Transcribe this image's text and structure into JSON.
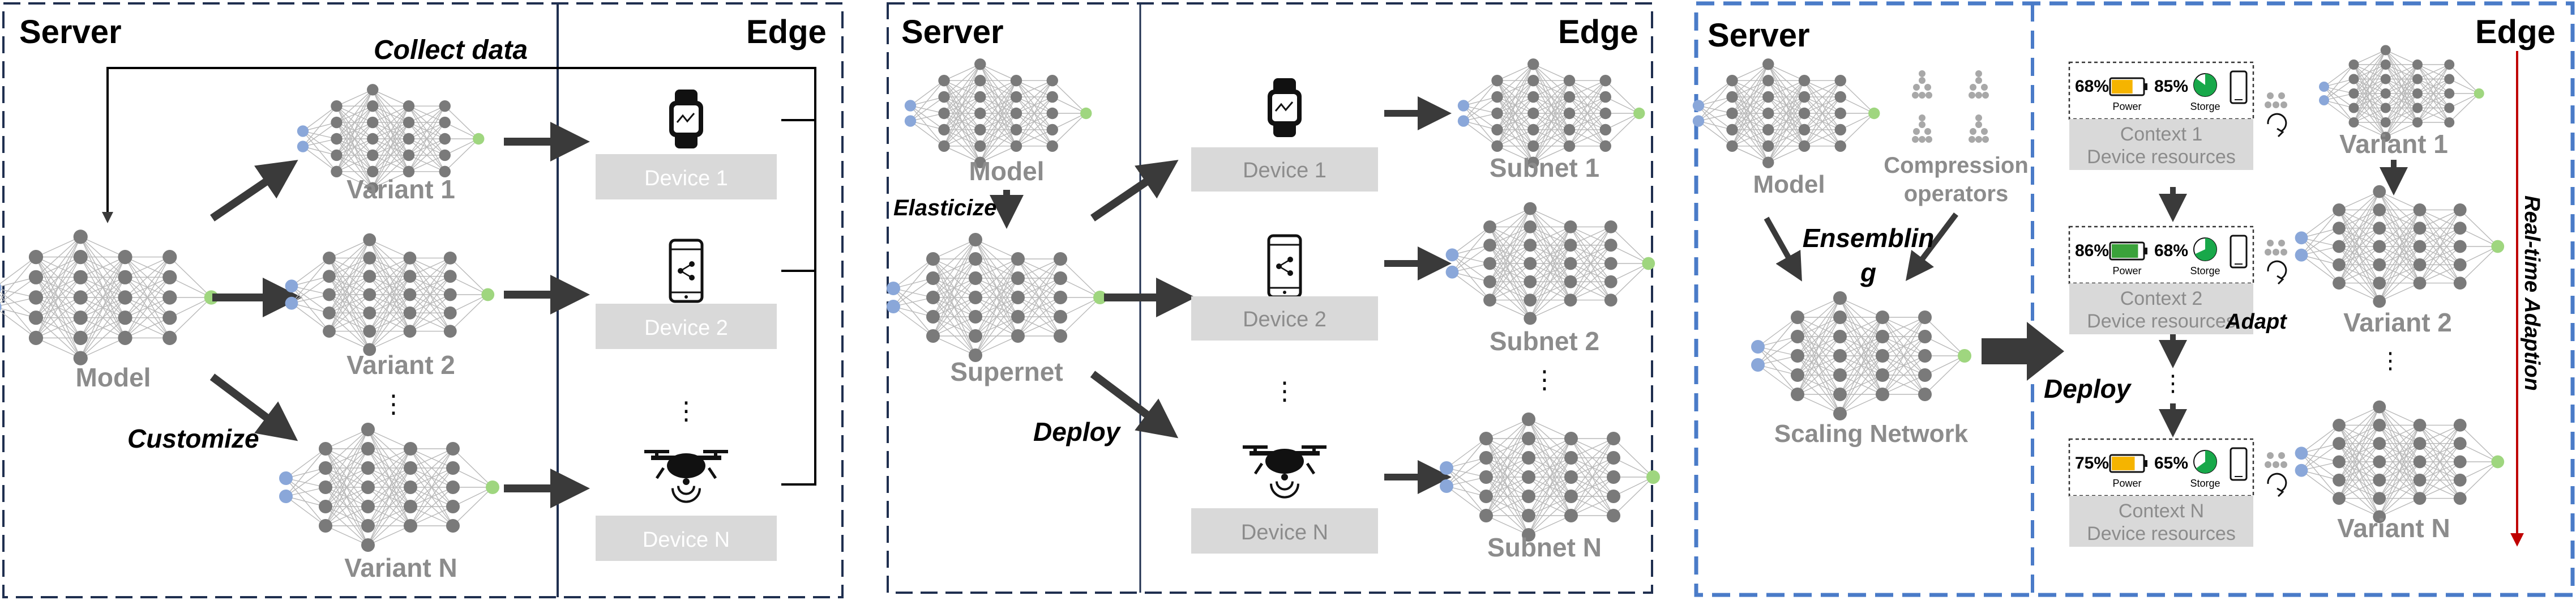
{
  "colors": {
    "frame_dark": "#1f2f4f",
    "frame_blue": "#4a7bc8",
    "node_gray": "#7a7a7a",
    "node_input": "#8aa7d9",
    "node_output": "#9fd67f",
    "edge_gray": "#b8b8b8",
    "arrow_dark": "#3a3a3a",
    "device_box": "#d9d9d9",
    "label_gray": "#8c8c8c",
    "adaption_red": "#c00000",
    "battery_orange": "#f5b400",
    "battery_green": "#3aa23a",
    "pie_green": "#18a84a"
  },
  "panel1": {
    "server_label": "Server",
    "edge_label": "Edge",
    "collect_label": "Collect data",
    "customize_label": "Customize",
    "model_label": "Model",
    "variants": [
      "Variant 1",
      "Variant 2",
      "Variant N"
    ],
    "devices": [
      "Device 1",
      "Device 2",
      "Device N"
    ],
    "ellipsis": "⋮",
    "device_icons": [
      "smartwatch-icon",
      "smartphone-icon",
      "drone-icon"
    ]
  },
  "panel2": {
    "server_label": "Server",
    "edge_label": "Edge",
    "model_label": "Model",
    "elasticize_label": "Elasticize",
    "supernet_label": "Supernet",
    "deploy_label": "Deploy",
    "devices": [
      "Device 1",
      "Device 2",
      "Device N"
    ],
    "subnets": [
      "Subnet 1",
      "Subnet 2",
      "Subnet N"
    ],
    "ellipsis": "⋮",
    "device_icons": [
      "smartwatch-icon",
      "smartphone-icon",
      "drone-icon"
    ]
  },
  "panel3": {
    "server_label": "Server",
    "edge_label": "Edge",
    "model_label": "Model",
    "compression_line1": "Compression",
    "compression_line2": "operators",
    "ensembling_line1": "Ensemblin",
    "ensembling_line2": "g",
    "scaling_label": "Scaling Network",
    "deploy_label": "Deploy",
    "adapt_label": "Adapt",
    "realtime_label": "Real-time Adaption",
    "variants": [
      "Variant 1",
      "Variant 2",
      "Variant N"
    ],
    "ellipsis": "⋮",
    "contexts": [
      {
        "title": "Context 1",
        "subtitle": "Device resources",
        "power": "68%",
        "power_level": 0.68,
        "storage": "85%",
        "storage_level": 0.85,
        "power_label": "Power",
        "storage_label": "Storge"
      },
      {
        "title": "Context 2",
        "subtitle": "Device resources",
        "power": "86%",
        "power_level": 0.86,
        "storage": "68%",
        "storage_level": 0.68,
        "power_label": "Power",
        "storage_label": "Storge"
      },
      {
        "title": "Context N",
        "subtitle": "Device resources",
        "power": "75%",
        "power_level": 0.75,
        "storage": "65%",
        "storage_level": 0.65,
        "power_label": "Power",
        "storage_label": "Storge"
      }
    ]
  }
}
